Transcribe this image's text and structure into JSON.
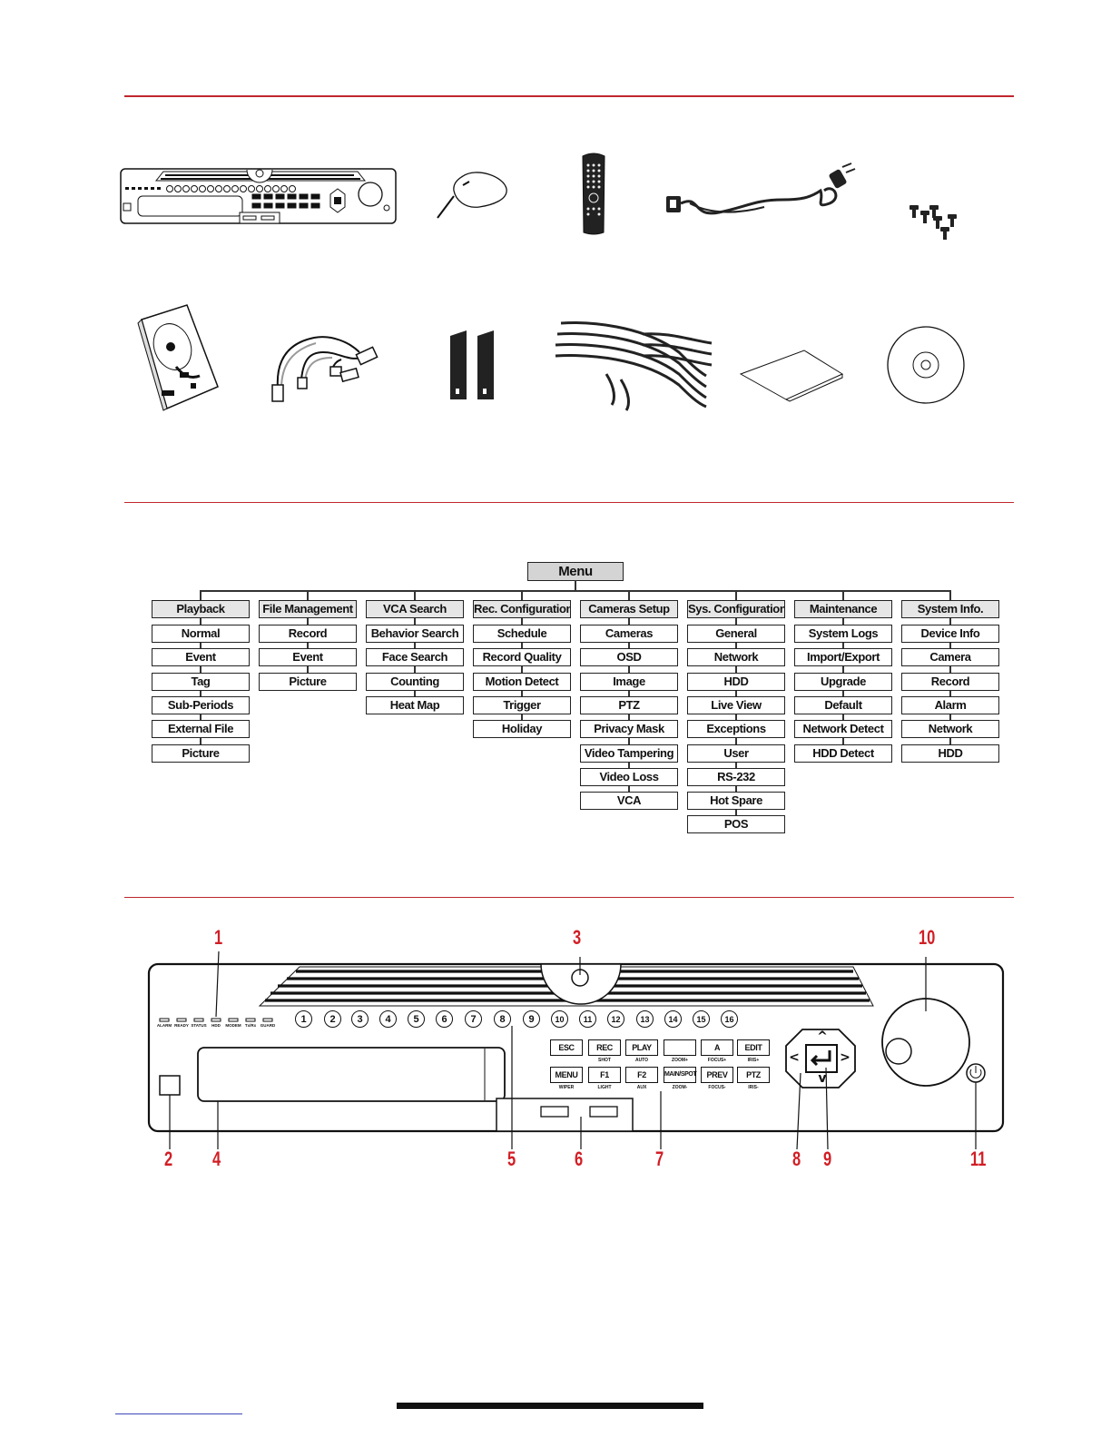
{
  "menu": {
    "root": "Menu",
    "columns": [
      {
        "header": "Playback",
        "items": [
          "Normal",
          "Event",
          "Tag",
          "Sub-Periods",
          "External File",
          "Picture"
        ]
      },
      {
        "header": "File Management",
        "items": [
          "Record",
          "Event",
          "Picture"
        ]
      },
      {
        "header": "VCA Search",
        "items": [
          "Behavior Search",
          "Face Search",
          "Counting",
          "Heat Map"
        ]
      },
      {
        "header": "Rec. Configuration",
        "items": [
          "Schedule",
          "Record Quality",
          "Motion Detect",
          "Trigger",
          "Holiday"
        ]
      },
      {
        "header": "Cameras Setup",
        "items": [
          "Cameras",
          "OSD",
          "Image",
          "PTZ",
          "Privacy Mask",
          "Video Tampering",
          "Video Loss",
          "VCA"
        ]
      },
      {
        "header": "Sys. Configuration",
        "items": [
          "General",
          "Network",
          "HDD",
          "Live View",
          "Exceptions",
          "User",
          "RS-232",
          "Hot Spare",
          "POS"
        ]
      },
      {
        "header": "Maintenance",
        "items": [
          "System Logs",
          "Import/Export",
          "Upgrade",
          "Default",
          "Network Detect",
          "HDD Detect"
        ]
      },
      {
        "header": "System Info.",
        "items": [
          "Device Info",
          "Camera",
          "Record",
          "Alarm",
          "Network",
          "HDD"
        ]
      }
    ]
  },
  "front_panel": {
    "callouts": [
      "1",
      "2",
      "3",
      "4",
      "5",
      "6",
      "7",
      "8",
      "9",
      "10",
      "11"
    ],
    "led_labels": [
      "ALARM",
      "READY",
      "STATUS",
      "HDD",
      "MODEM",
      "Tx/Rx",
      "GUARD"
    ],
    "channel_buttons": [
      "1",
      "2",
      "3",
      "4",
      "5",
      "6",
      "7",
      "8",
      "9",
      "10",
      "11",
      "12",
      "13",
      "14",
      "15",
      "16"
    ],
    "function_buttons_top": [
      {
        "label": "ESC",
        "sub": ""
      },
      {
        "label": "REC",
        "sub": "SHOT"
      },
      {
        "label": "PLAY",
        "sub": "AUTO"
      },
      {
        "label": "",
        "sub": "ZOOM+"
      },
      {
        "label": "A",
        "sub": "FOCUS+"
      },
      {
        "label": "EDIT",
        "sub": "IRIS+"
      }
    ],
    "function_buttons_bottom": [
      {
        "label": "MENU",
        "sub": "WIPER"
      },
      {
        "label": "F1",
        "sub": "LIGHT"
      },
      {
        "label": "F2",
        "sub": "AUX"
      },
      {
        "label": "MAIN/SPOT",
        "sub": "ZOOM-"
      },
      {
        "label": "PREV",
        "sub": "FOCUS-"
      },
      {
        "label": "PTZ",
        "sub": "IRIS-"
      }
    ],
    "nav_arrows": [
      "^",
      "<",
      ">",
      "v"
    ]
  },
  "accessory_icons": [
    "dvr-unit-icon",
    "mouse-icon",
    "remote-control-icon",
    "power-cord-icon",
    "screws-icon",
    "hard-disk-icon",
    "sata-cable-icon",
    "mounting-ears-icon",
    "cable-ties-icon",
    "manual-sheet-icon",
    "cd-disc-icon"
  ],
  "colors": {
    "accent_red": "#d11e25",
    "rule_red": "#c0272d",
    "header_gray": "#e6e6e6"
  }
}
